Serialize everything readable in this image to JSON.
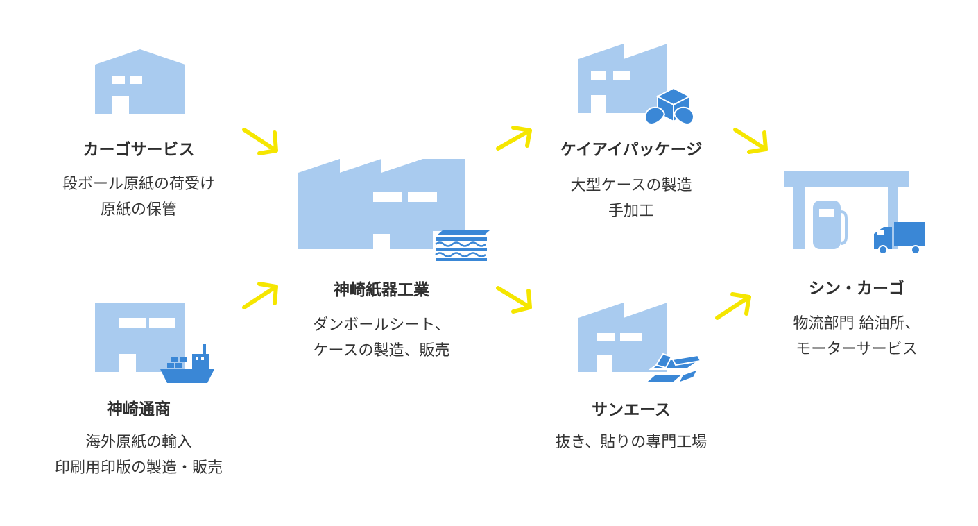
{
  "colors": {
    "building": "#a9cbef",
    "accent": "#3a87d6",
    "arrow": "#f5e600",
    "text": "#333333"
  },
  "nodes": {
    "cargo_service": {
      "title": "カーゴサービス",
      "lines": [
        "段ボール原紙の荷受け",
        "原紙の保管"
      ],
      "icon": "warehouse-icon"
    },
    "kanzaki_tsusho": {
      "title": "神崎通商",
      "lines": [
        "海外原紙の輸入",
        "印刷用印版の製造・販売"
      ],
      "icon": "warehouse-ship-icon"
    },
    "kanzaki_shiki": {
      "title": "神崎紙器工業",
      "lines": [
        "ダンボールシート、",
        "ケースの製造、販売"
      ],
      "icon": "factory-cardboard-icon"
    },
    "kei_i_package": {
      "title": "ケイアイパッケージ",
      "lines": [
        "大型ケースの製造",
        "手加工"
      ],
      "icon": "factory-box-hands-icon"
    },
    "san_ace": {
      "title": "サンエース",
      "lines": [
        "抜き、貼りの専門工場"
      ],
      "icon": "factory-folded-box-icon"
    },
    "shin_cargo": {
      "title": "シン・カーゴ",
      "lines": [
        "物流部門 給油所、",
        "モーターサービス"
      ],
      "icon": "gas-station-truck-icon"
    }
  }
}
